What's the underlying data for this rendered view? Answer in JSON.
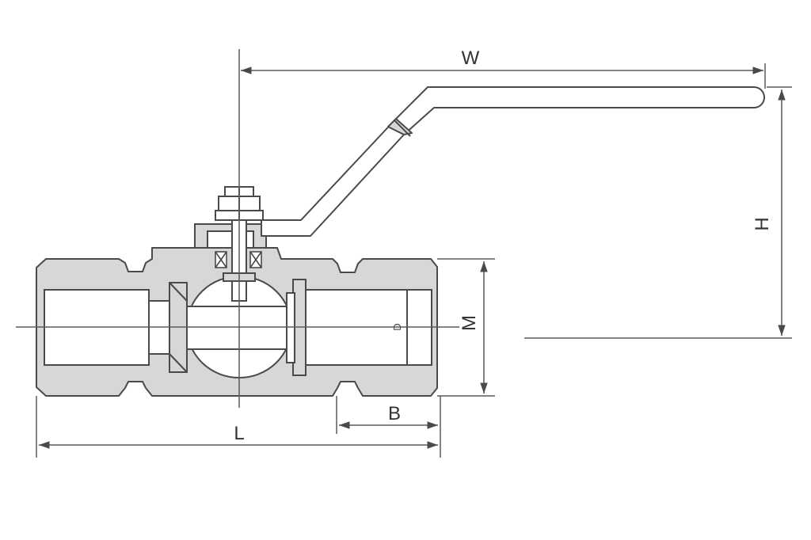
{
  "labels": {
    "width": "W",
    "height": "H",
    "size": "M",
    "thread_length": "B",
    "length": "L",
    "bore_mark": "D"
  },
  "colors": {
    "line": "#4a4a4a",
    "fill": "#d7d7d7",
    "background": "#ffffff"
  }
}
